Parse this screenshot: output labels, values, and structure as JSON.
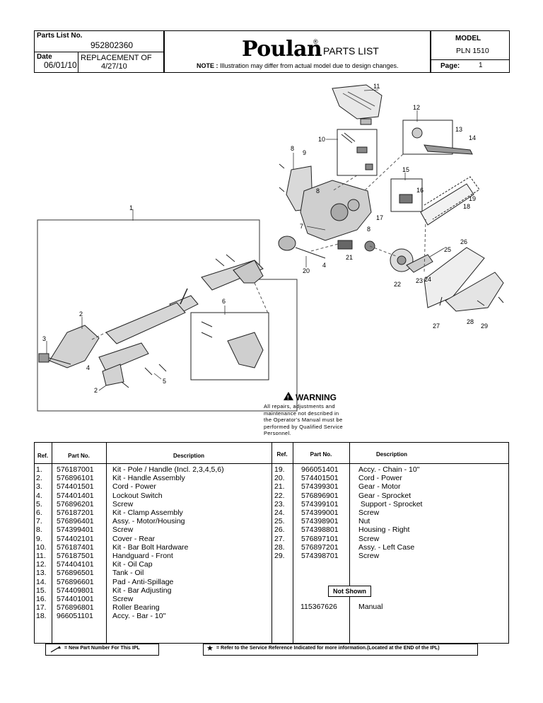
{
  "header": {
    "parts_list_no_label": "Parts List No.",
    "parts_list_no": "952802360",
    "date_label": "Date",
    "date": "06/01/10",
    "replacement_label": "REPLACEMENT OF",
    "replacement_date": "4/27/10",
    "brand": "Poulan",
    "registered": "®",
    "title": "PARTS LIST",
    "note_label": "NOTE :",
    "note": "Illustration may differ from actual model due to design changes.",
    "model_label": "MODEL",
    "model": "PLN 1510",
    "page_label": "Page:",
    "page": "1"
  },
  "diagram": {
    "callouts": [
      "11",
      "12",
      "13",
      "14",
      "10",
      "8",
      "9",
      "15",
      "8",
      "16",
      "19",
      "18",
      "1",
      "17",
      "7",
      "8",
      "26",
      "25",
      "21",
      "4",
      "20",
      "22",
      "23",
      "24",
      "6",
      "2",
      "28",
      "27",
      "29",
      "3",
      "4",
      "5",
      "2"
    ],
    "warning_title": "WARNING",
    "warning_text": [
      "All repairs, adjustments and",
      "maintenance not described in",
      "the Operator's Manual must be",
      "performed by Qualified Service",
      "Personnel."
    ]
  },
  "table": {
    "headers": {
      "ref": "Ref.",
      "part_no": "Part No.",
      "description": "Description"
    },
    "left": [
      {
        "ref": "1.",
        "part": "576187001",
        "desc": "Kit - Pole / Handle (Incl. 2,3,4,5,6)"
      },
      {
        "ref": "2.",
        "part": "576896101",
        "desc": "Kit - Handle Assembly"
      },
      {
        "ref": "3.",
        "part": "574401501",
        "desc": "Cord - Power"
      },
      {
        "ref": "4.",
        "part": "574401401",
        "desc": "Lockout Switch"
      },
      {
        "ref": "5.",
        "part": "576896201",
        "desc": "Screw"
      },
      {
        "ref": "6.",
        "part": "576187201",
        "desc": "Kit - Clamp Assembly"
      },
      {
        "ref": "7.",
        "part": "576896401",
        "desc": "Assy. - Motor/Housing"
      },
      {
        "ref": "8.",
        "part": "574399401",
        "desc": "Screw"
      },
      {
        "ref": "9.",
        "part": "574402101",
        "desc": "Cover - Rear"
      },
      {
        "ref": "10.",
        "part": "576187401",
        "desc": "Kit - Bar Bolt Hardware"
      },
      {
        "ref": "11.",
        "part": "576187501",
        "desc": "Handguard - Front"
      },
      {
        "ref": "12.",
        "part": "574404101",
        "desc": "Kit - Oil Cap"
      },
      {
        "ref": "13.",
        "part": "576896501",
        "desc": "Tank - Oil"
      },
      {
        "ref": "14.",
        "part": "576896601",
        "desc": "Pad - Anti-Spillage"
      },
      {
        "ref": "15.",
        "part": "574409801",
        "desc": "Kit - Bar Adjusting"
      },
      {
        "ref": "16.",
        "part": "574401001",
        "desc": "Screw"
      },
      {
        "ref": "17.",
        "part": "576896801",
        "desc": "Roller Bearing"
      },
      {
        "ref": "18.",
        "part": "966051101",
        "desc": "Accy. - Bar - 10\""
      }
    ],
    "right": [
      {
        "ref": "19.",
        "part": "966051401",
        "desc": "Accy. - Chain - 10\""
      },
      {
        "ref": "20.",
        "part": "574401501",
        "desc": "Cord - Power"
      },
      {
        "ref": "21.",
        "part": "574399301",
        "desc": "Gear - Motor"
      },
      {
        "ref": "22.",
        "part": "576896901",
        "desc": "Gear - Sprocket"
      },
      {
        "ref": "23.",
        "part": "574399101",
        "desc": " Support - Sprocket"
      },
      {
        "ref": "24.",
        "part": "574399001",
        "desc": "Screw"
      },
      {
        "ref": "25.",
        "part": "574398901",
        "desc": "Nut"
      },
      {
        "ref": "26.",
        "part": "574398801",
        "desc": "Housing - Right"
      },
      {
        "ref": "27.",
        "part": "576897101",
        "desc": "Screw"
      },
      {
        "ref": "28.",
        "part": "576897201",
        "desc": "Assy. - Left Case"
      },
      {
        "ref": "29.",
        "part": "574398701",
        "desc": "Screw"
      }
    ],
    "not_shown_label": "Not Shown",
    "not_shown": {
      "part": "115367626",
      "desc": "Manual"
    }
  },
  "footer": {
    "new_part": "= New Part Number For This IPL",
    "service_ref": "= Refer to the Service Reference Indicated for more information.(Located at the END of the IPL)"
  }
}
